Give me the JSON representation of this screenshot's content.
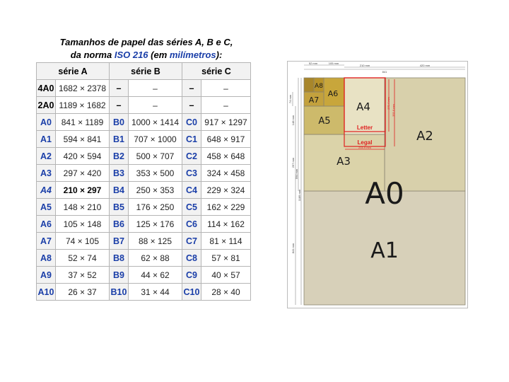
{
  "caption": {
    "line1": "Tamanhos de papel das séries A, B e C,",
    "line2_prefix": "da norma ",
    "line2_link": "ISO 216",
    "line2_mid": " (em ",
    "line2_link2": "milímetros",
    "line2_suffix": "):"
  },
  "table": {
    "headers": [
      "série A",
      "série B",
      "série C"
    ],
    "rows": [
      {
        "a": "4A0",
        "av": "1682 × 2378",
        "b": "–",
        "bv": "–",
        "c": "–",
        "cv": "–",
        "a_black": true
      },
      {
        "a": "2A0",
        "av": "1189 × 1682",
        "b": "–",
        "bv": "–",
        "c": "–",
        "cv": "–",
        "a_black": true
      },
      {
        "a": "A0",
        "av": "841 × 1189",
        "b": "B0",
        "bv": "1000 × 1414",
        "c": "C0",
        "cv": "917 × 1297"
      },
      {
        "a": "A1",
        "av": "594 × 841",
        "b": "B1",
        "bv": "707 × 1000",
        "c": "C1",
        "cv": "648 × 917"
      },
      {
        "a": "A2",
        "av": "420 × 594",
        "b": "B2",
        "bv": "500 × 707",
        "c": "C2",
        "cv": "458 × 648"
      },
      {
        "a": "A3",
        "av": "297 × 420",
        "b": "B3",
        "bv": "353 × 500",
        "c": "C3",
        "cv": "324 × 458"
      },
      {
        "a": "A4",
        "av": "210 × 297",
        "b": "B4",
        "bv": "250 × 353",
        "c": "C4",
        "cv": "229 × 324",
        "highlight": true
      },
      {
        "a": "A5",
        "av": "148 × 210",
        "b": "B5",
        "bv": "176 × 250",
        "c": "C5",
        "cv": "162 × 229"
      },
      {
        "a": "A6",
        "av": "105 × 148",
        "b": "B6",
        "bv": "125 × 176",
        "c": "C6",
        "cv": "114 × 162"
      },
      {
        "a": "A7",
        "av": "74 × 105",
        "b": "B7",
        "bv": "88 × 125",
        "c": "C7",
        "cv": "81 × 114"
      },
      {
        "a": "A8",
        "av": "52 × 74",
        "b": "B8",
        "bv": "62 × 88",
        "c": "C8",
        "cv": "57 × 81"
      },
      {
        "a": "A9",
        "av": "37 × 52",
        "b": "B9",
        "bv": "44 × 62",
        "c": "C9",
        "cv": "40 × 57"
      },
      {
        "a": "A10",
        "av": "26 × 37",
        "b": "B10",
        "bv": "31 × 44",
        "c": "C10",
        "cv": "28 × 40"
      }
    ]
  },
  "diagram": {
    "labels": {
      "a0": "A0",
      "a1": "A1",
      "a2": "A2",
      "a3": "A3",
      "a4": "A4",
      "a5": "A5",
      "a6": "A6",
      "a7": "A7",
      "a8": "A8",
      "letter": "Letter",
      "legal": "Legal"
    },
    "dims": {
      "top_52": "52 mm",
      "top_105": "105 mm",
      "top_210": "210 mm",
      "top_420": "420 mm",
      "top_841": "841",
      "left_74": "74 mm",
      "left_148": "148 mm",
      "left_297": "297 mm",
      "left_594": "594 mm",
      "left_1189": "1189 mm",
      "left_841": "841 mm",
      "red_215": "215.9 mm",
      "red_279": "279.4 mm",
      "red_355": "355.6 mm"
    },
    "colors": {
      "a1": "#d7d0b9",
      "a2": "#d8d0ab",
      "a3": "#dbd3a9",
      "a5": "#cdba6b",
      "a6": "#c8a63b",
      "a7": "#c3a13d",
      "a8": "#b8932a",
      "red": "#e02020"
    }
  }
}
